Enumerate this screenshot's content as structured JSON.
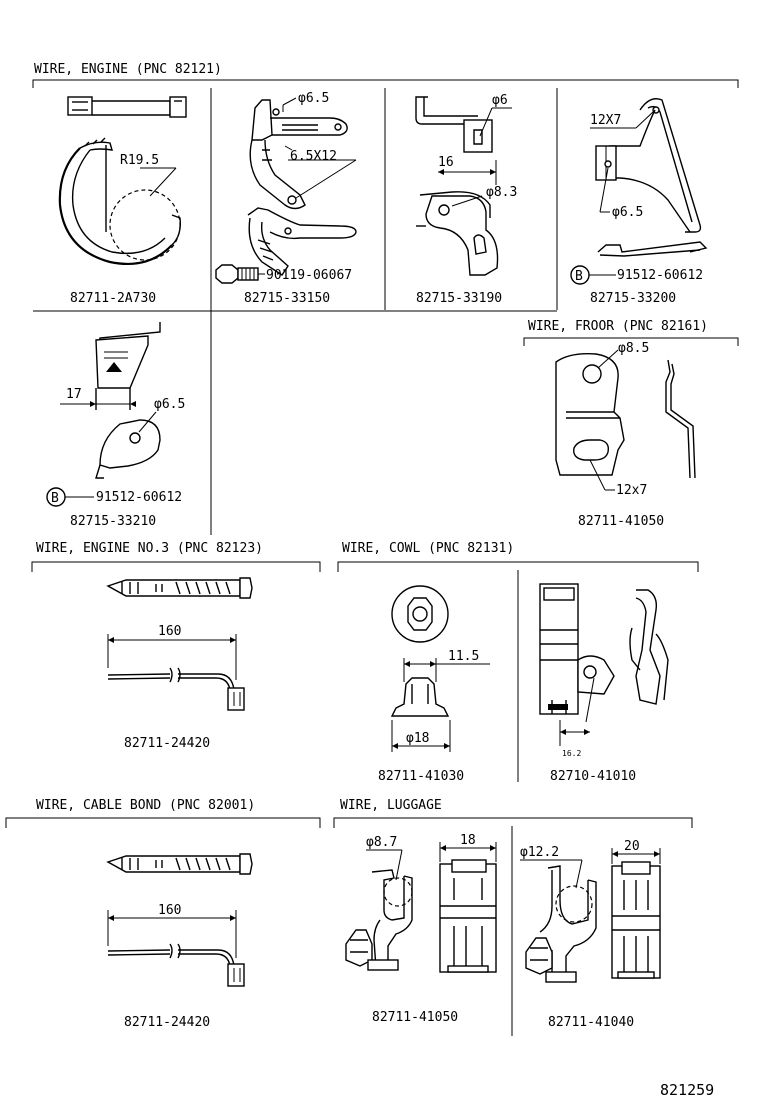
{
  "sections": {
    "engine": "WIRE, ENGINE  (PNC 82121)",
    "floor": "WIRE, FROOR (PNC 82161)",
    "engine3": "WIRE, ENGINE NO.3  (PNC 82123)",
    "cowl": "WIRE, COWL  (PNC 82131)",
    "cable_bond": "WIRE, CABLE BOND  (PNC 82001)",
    "luggage": "WIRE, LUGGAGE"
  },
  "parts": {
    "p1": "82711-2A730",
    "p2": "82715-33150",
    "p3": "82715-33190",
    "p4": "82715-33200",
    "p5": "82715-33210",
    "p6": "82711-41050",
    "p7": "82711-24420",
    "p8": "82711-41030",
    "p9": "82710-41010",
    "p10": "82711-24420",
    "p11": "82711-41050",
    "p12": "82711-41040"
  },
  "dims": {
    "r195": "R19.5",
    "d65a": "φ6.5",
    "d65x12": "6.5X12",
    "d6": "φ6",
    "d16": "16",
    "d83": "φ8.3",
    "d12x7a": "12X7",
    "d65b": "φ6.5",
    "d17": "17",
    "d65c": "φ6.5",
    "d85": "φ8.5",
    "d12x7b": "12x7",
    "d160a": "160",
    "d115": "11.5",
    "d18a": "φ18",
    "d162": "16.2",
    "d160b": "160",
    "d87": "φ8.7",
    "d18b": "18",
    "d122": "φ12.2",
    "d20": "20"
  },
  "bolts": {
    "bolt_a": "90119-06067",
    "clip_b1": "91512-60612",
    "clip_b2": "91512-60612",
    "b_letter": "B"
  },
  "diagram_id": "821259"
}
